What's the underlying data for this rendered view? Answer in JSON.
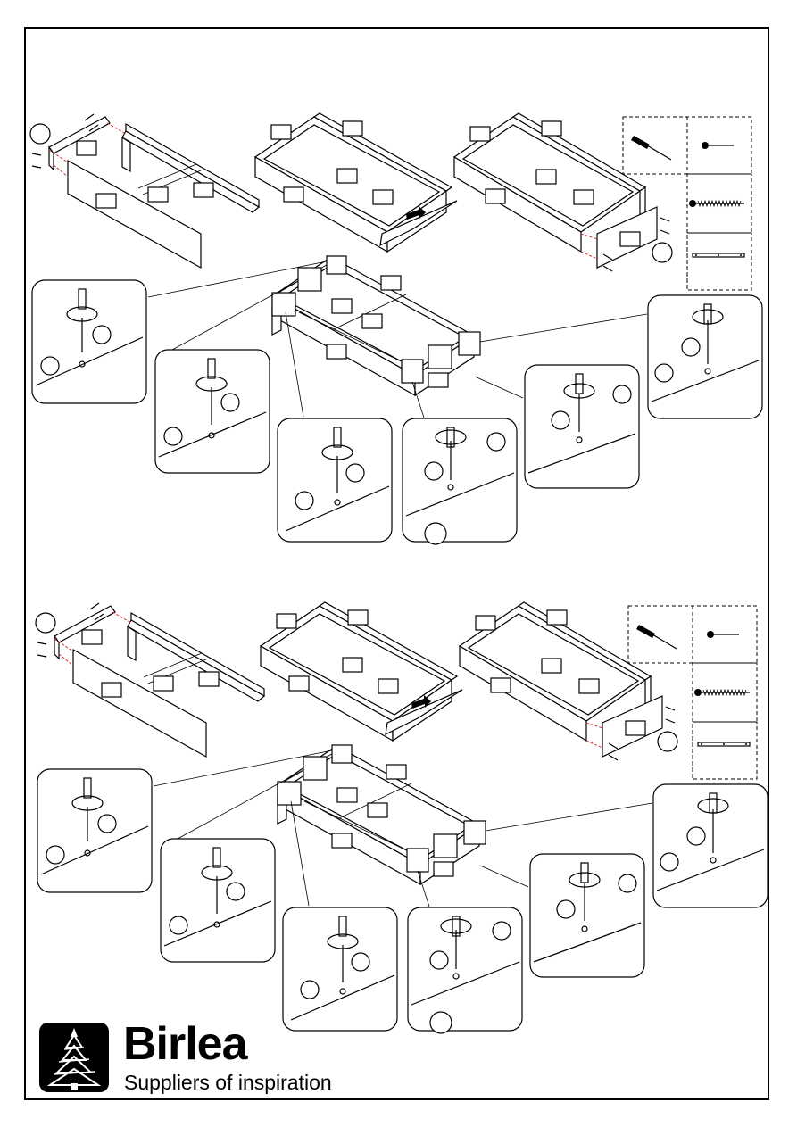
{
  "brand": {
    "name": "Birlea",
    "tagline": "Suppliers of inspiration",
    "logo_icon": "christmas-tree-logo-icon"
  },
  "sections": [
    {
      "id": "step-a",
      "tools": [
        "screwdriver-icon",
        "short-screw-icon",
        "long-screw-icon",
        "drawer-runner-icon"
      ]
    },
    {
      "id": "step-b",
      "tools": [
        "screwdriver-icon",
        "short-screw-icon",
        "long-screw-icon",
        "drawer-runner-icon"
      ]
    }
  ],
  "colors": {
    "line": "#000000",
    "guide": "#d0302a",
    "background": "#ffffff"
  }
}
